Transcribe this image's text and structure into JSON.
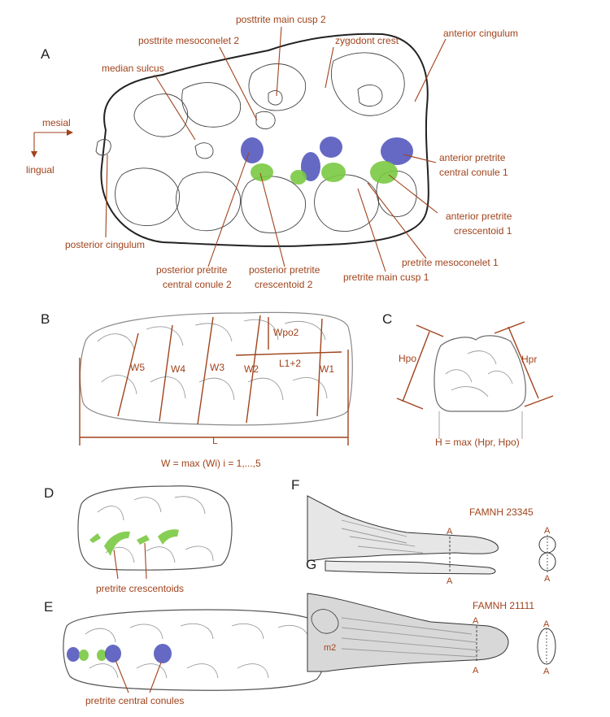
{
  "panels": {
    "a": "A",
    "b": "B",
    "c": "C",
    "d": "D",
    "e": "E",
    "f": "F",
    "g": "G"
  },
  "panel_a": {
    "orientation": {
      "mesial": "mesial",
      "lingual": "lingual"
    },
    "labels": {
      "posttrite_main_cusp_2": "posttrite main cusp 2",
      "posttrite_mesoconelet_2": "posttrite mesoconelet 2",
      "zygodont_crest": "zygodont crest",
      "anterior_cingulum": "anterior cingulum",
      "median_sulcus": "median sulcus",
      "anterior_pretrite_central_conule_1_l1": "anterior pretrite",
      "anterior_pretrite_central_conule_1_l2": "central conule 1",
      "anterior_pretrite_crescentoid_1_l1": "anterior pretrite",
      "anterior_pretrite_crescentoid_1_l2": "crescentoid 1",
      "posterior_cingulum": "posterior cingulum",
      "pretrite_mesoconelet_1": "pretrite mesoconelet 1",
      "posterior_pretrite_central_conule_2_l1": "posterior pretrite",
      "posterior_pretrite_central_conule_2_l2": "central conule 2",
      "posterior_pretrite_crescentoid_2_l1": "posterior pretrite",
      "posterior_pretrite_crescentoid_2_l2": "crescentoid 2",
      "pretrite_main_cusp_1": "pretrite main cusp 1"
    }
  },
  "panel_b": {
    "widths": [
      "W5",
      "W4",
      "W3",
      "W2",
      "W1"
    ],
    "wpo2": "Wpo2",
    "l12": "L1+2",
    "length": "L",
    "formula": "W = max (Wi) i = 1,...,5"
  },
  "panel_c": {
    "hpo": "Hpo",
    "hpr": "Hpr",
    "formula": "H = max (Hpr, Hpo)"
  },
  "panel_d": {
    "caption": "pretrite crescentoids"
  },
  "panel_e": {
    "caption": "pretrite central conules"
  },
  "panel_f": {
    "specimen": "FAMNH 23345",
    "section_label": "A"
  },
  "panel_g": {
    "specimen": "FAMNH 21111",
    "tooth": "m2",
    "section_label": "A"
  },
  "colors": {
    "label": "#a0431c",
    "central_conule": "#4a4fb8",
    "crescentoid": "#7ac943",
    "outline": "#222222"
  }
}
